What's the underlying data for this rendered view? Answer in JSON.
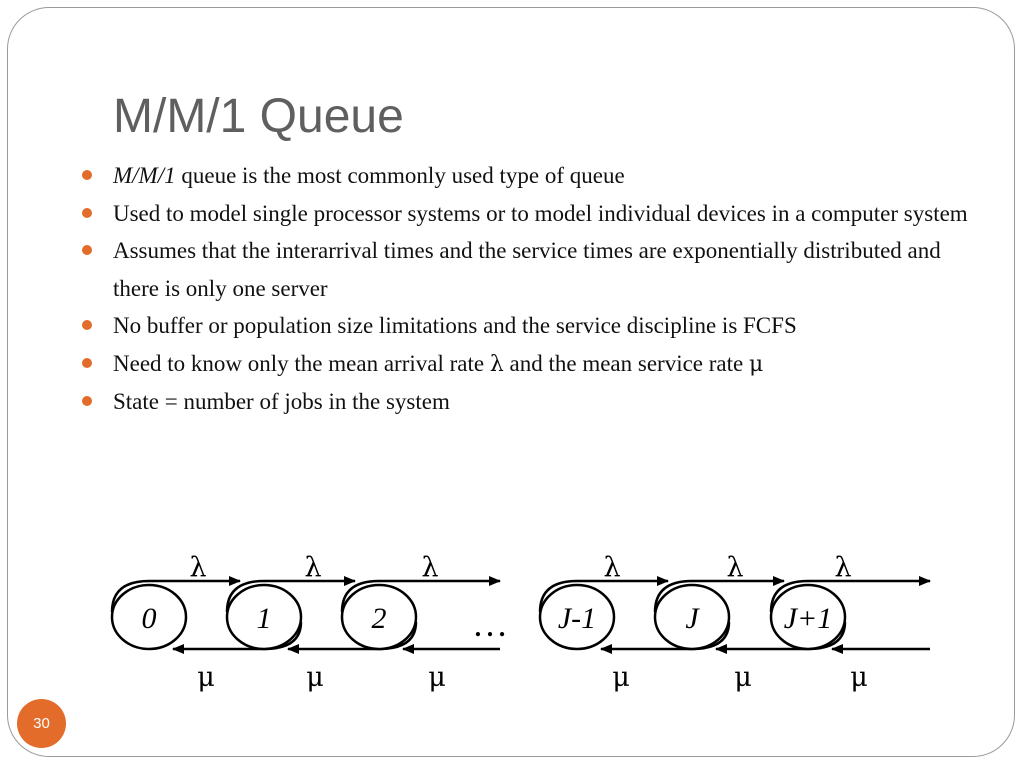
{
  "slide": {
    "title": "M/M/1 Queue",
    "page_number": "30"
  },
  "bullets": [
    [
      {
        "t": "M/M/1",
        "i": true
      },
      {
        "t": " queue is the most commonly used type of queue"
      }
    ],
    [
      {
        "t": "Used to model single processor systems or to model individual devices in a computer system"
      }
    ],
    [
      {
        "t": "Assumes that the interarrival times and the service times are exponentially distributed and there is only one server"
      }
    ],
    [
      {
        "t": "No buffer or population size limitations and the  service discipline is FCFS"
      }
    ],
    [
      {
        "t": "Need to know only the mean arrival rate "
      },
      {
        "t": "λ",
        "g": true
      },
      {
        "t": " and the mean  service rate "
      },
      {
        "t": "μ",
        "g": true
      }
    ],
    [
      {
        "t": "State = number of jobs in the system"
      }
    ]
  ],
  "diagram": {
    "states": [
      "0",
      "1",
      "2",
      "J-1",
      "J",
      "J+1"
    ],
    "ellipsis": "…",
    "arrival_rate_label": "λ",
    "service_rate_label": "μ",
    "colors": {
      "accent": "#e36c2a",
      "title": "#5f5f5f",
      "frame": "#9a9a9a"
    }
  }
}
